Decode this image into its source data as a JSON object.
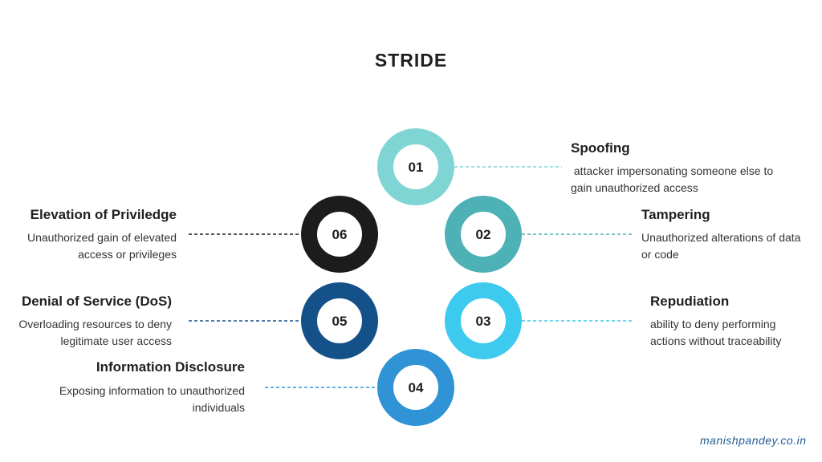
{
  "title": "STRIDE",
  "items": [
    {
      "number": "01",
      "title": "Spoofing",
      "desc": [
        " attacker impersonating someone else to",
        "gain unauthorized access"
      ],
      "color": "#7fd5d3"
    },
    {
      "number": "02",
      "title": "Tampering",
      "desc": [
        "Unauthorized alterations of data",
        "or code"
      ],
      "color": "#4db1b5"
    },
    {
      "number": "03",
      "title": "Repudiation",
      "desc": [
        "ability to deny performing",
        "actions without traceability"
      ],
      "color": "#3ccaef"
    },
    {
      "number": "04",
      "title": "Information Disclosure",
      "desc": [
        "Exposing information to unauthorized",
        "individuals"
      ],
      "color": "#2f93d6"
    },
    {
      "number": "05",
      "title": "Denial of Service (DoS)",
      "desc": [
        "Overloading resources to deny",
        "legitimate user access"
      ],
      "color": "#155189"
    },
    {
      "number": "06",
      "title": "Elevation of Priviledge",
      "desc": [
        "Unauthorized gain of elevated",
        "access or privileges"
      ],
      "color": "#1c1c1c"
    }
  ],
  "footer": "manishpandey.co.in"
}
